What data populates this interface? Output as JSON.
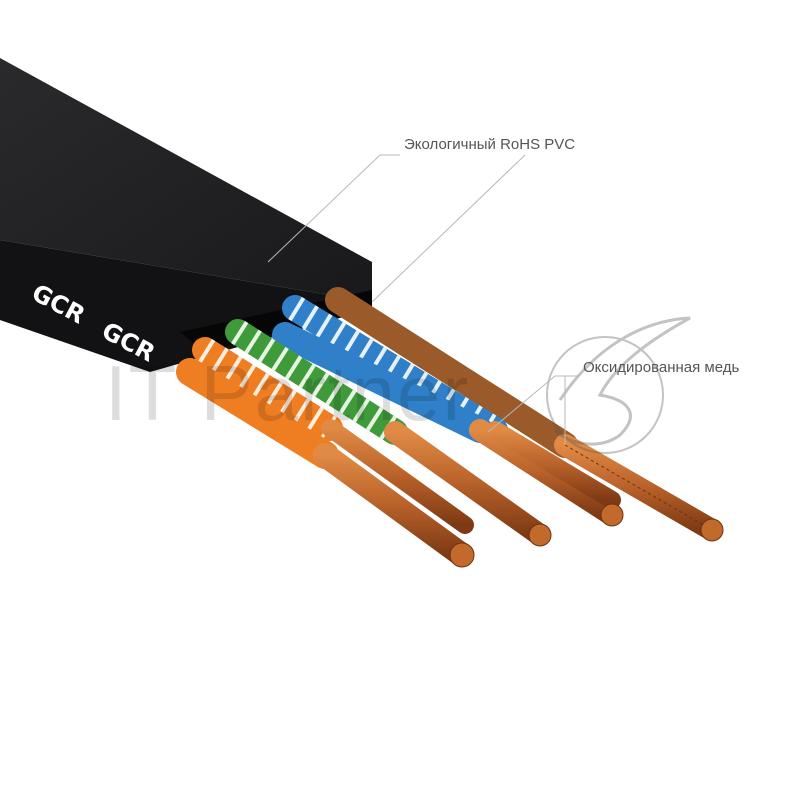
{
  "labels": {
    "jacket": "Экологичный RoHS PVC",
    "copper": "Оксидированная медь"
  },
  "brand_print": [
    "GCR",
    "GCR"
  ],
  "watermark": "IT Partner",
  "colors": {
    "jacket": "#1c1c1e",
    "wire_brown": "#9a5a2a",
    "wire_blue": "#2f80c8",
    "wire_green": "#3f9a3a",
    "wire_orange": "#ef7d22",
    "copper": "#c26a2c",
    "leader_line": "#b8b8b8"
  }
}
